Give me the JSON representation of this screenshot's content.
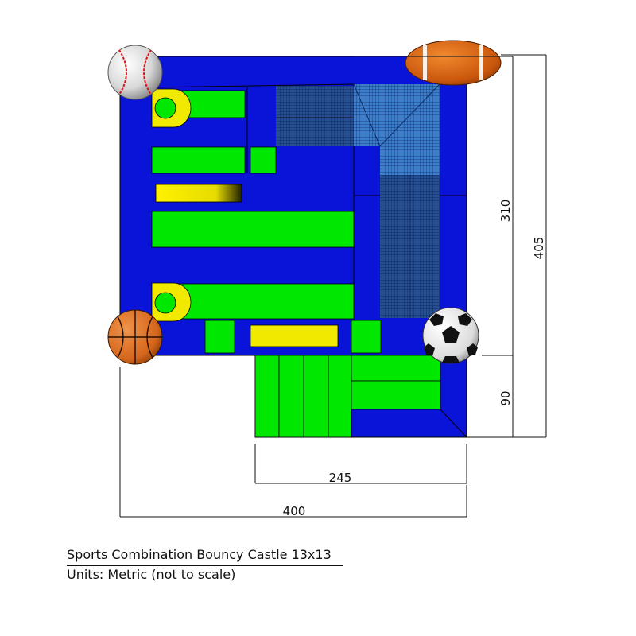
{
  "dimensions": {
    "d310": "310",
    "d405": "405",
    "d90": "90",
    "d245": "245",
    "d400": "400"
  },
  "caption": {
    "title": "Sports Combination Bouncy Castle 13x13",
    "units": "Units: Metric (not to scale)"
  },
  "colors": {
    "wall_blue": "#0a13d8",
    "pad_green": "#00e800",
    "accent_yellow": "#f1ea00",
    "mesh_blue": "#2f6fb8",
    "football_orange": "#cc5a0c",
    "basketball_orange": "#d96a1e"
  },
  "icons": [
    "baseball-icon",
    "football-icon",
    "basketball-icon",
    "soccer-ball-icon"
  ]
}
